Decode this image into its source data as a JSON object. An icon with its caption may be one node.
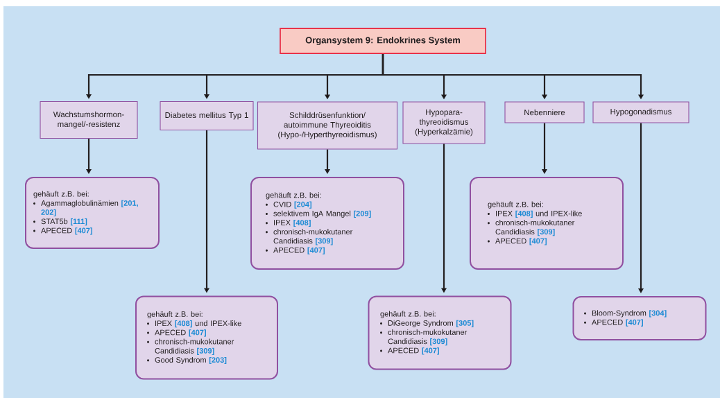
{
  "diagram": {
    "nodes": [
      {
        "text": [
          "Organsystem 9: Endokrines System"
        ]
      },
      {
        "text": [
          "Wachstumshormon-mangel/-resistenz"
        ]
      },
      {
        "text": [
          "Diabetes mellitus Typ 1"
        ]
      },
      {
        "text": [
          "Schilddrüsenfunktion/ autoimmune Thyreoiditis (Hypo-/Hyperthyreoidismus)"
        ]
      },
      {
        "text": [
          "Hypopara-thyreoidismus (Hyperkalzämie)"
        ]
      },
      {
        "text": [
          "Nebenniere"
        ]
      },
      {
        "text": [
          "Hypogonadismus"
        ]
      },
      {
        "text": [
          "gehäuft z.B. bei:",
          "Agammaglobulinämien **[201, 202]**",
          "STAT5b **[111]**",
          "APECED **[407]**"
        ]
      },
      {
        "text": [
          "gehäuft z.B. bei:",
          "IPEX **[408]** und IPEX-like",
          "APECED **[407]**",
          "chronisch-mukokutaner Candidiasis **[309]**",
          "Good Syndrom **[203]**"
        ]
      },
      {
        "text": [
          "gehäuft z.B. bei:",
          "CVID **[204]**",
          "selektivem IgA Mangel **[209]**",
          "IPEX **[408]**",
          "chronisch-mukokutaner Candidiasis **[309]**",
          "APECED **[407]**"
        ]
      },
      {
        "text": [
          "gehäuft z.B. bei:",
          "DiGeorge Syndrom **[305]**",
          "chronisch-mukokutaner Candidiasis **[309]**",
          "APECED **[407]**"
        ]
      },
      {
        "text": [
          "gehäuft z.B. bei:",
          "IPEX **[408]** und IPEX-like",
          "chronisch-mukokutaner Candidiasis **[309]**",
          "APECED **[407]**"
        ]
      },
      {
        "text": [
          "Bloom-Syndrom **[304]**",
          "APECED **[407]**"
        ]
      }
    ],
    "edges": [
      {
        "from": 0,
        "to": 1,
        "arrow": "to"
      },
      {
        "from": 0,
        "to": 2,
        "arrow": "to"
      },
      {
        "from": 0,
        "to": 3,
        "arrow": "to"
      },
      {
        "from": 0,
        "to": 4,
        "arrow": "to"
      },
      {
        "from": 0,
        "to": 5,
        "arrow": "to"
      },
      {
        "from": 0,
        "to": 6,
        "arrow": "to"
      },
      {
        "from": 1,
        "to": 7,
        "arrow": "to"
      },
      {
        "from": 2,
        "to": 8,
        "arrow": "to"
      },
      {
        "from": 3,
        "to": 9,
        "arrow": "to"
      },
      {
        "from": 4,
        "to": 10,
        "arrow": "to"
      },
      {
        "from": 5,
        "to": 11,
        "arrow": "to"
      },
      {
        "from": 6,
        "to": 12,
        "arrow": "to"
      }
    ]
  }
}
